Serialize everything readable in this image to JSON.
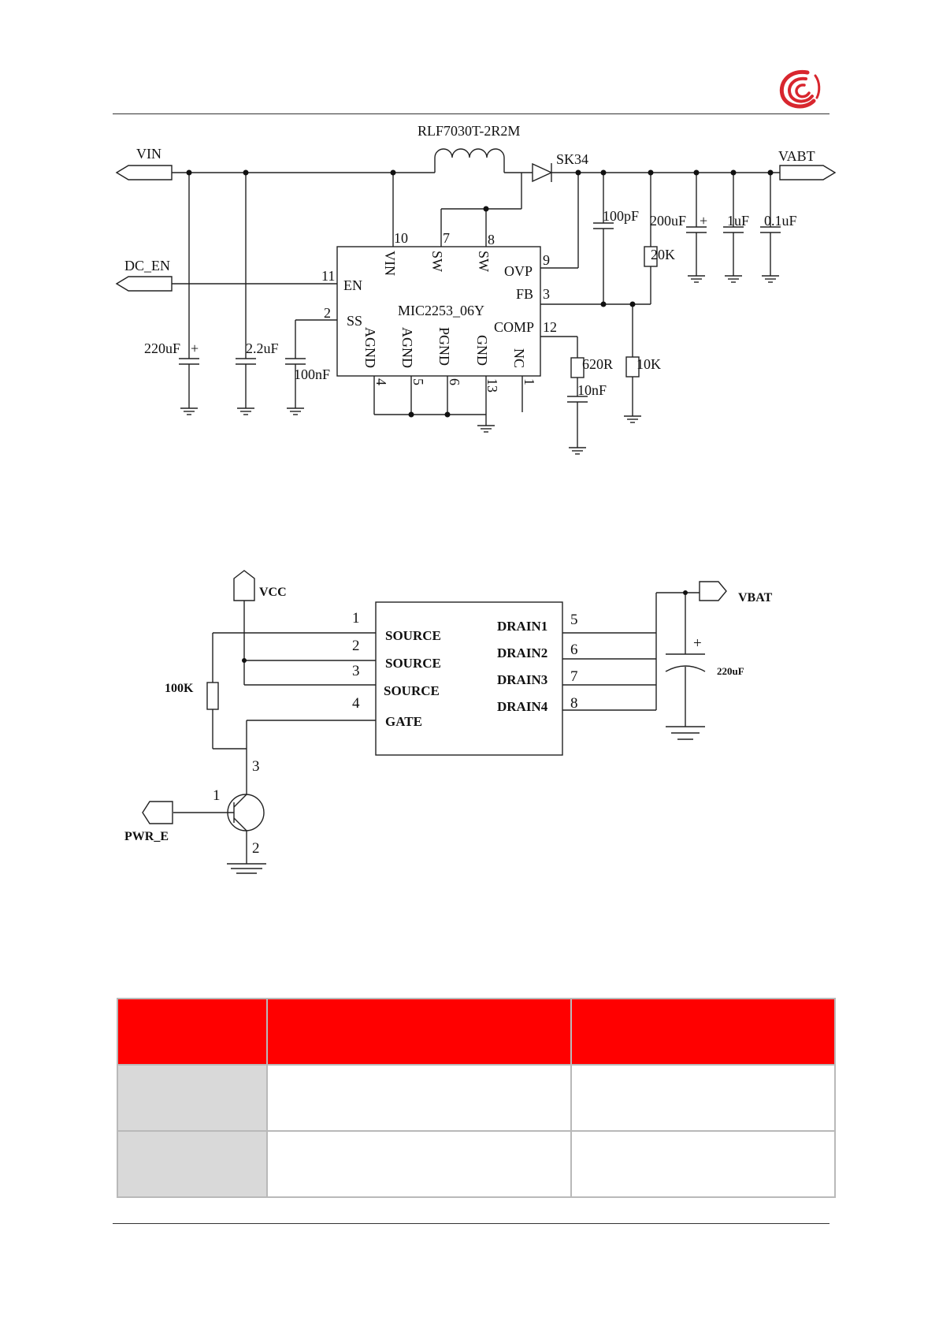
{
  "header": {
    "logo_icon": "red-spiral-logo-icon",
    "accent": "#d8262e"
  },
  "boost_circuit": {
    "ic_name": "MIC2253_06Y",
    "inductor": "RLF7030T-2R2M",
    "diode": "SK34",
    "ports": {
      "input": "VIN",
      "output": "VABT",
      "enable": "DC_EN"
    },
    "ic_pins_top": [
      {
        "num": "10",
        "name": "VIN"
      },
      {
        "num": "7",
        "name": "SW"
      },
      {
        "num": "8",
        "name": "SW"
      }
    ],
    "ic_pins_left": [
      {
        "num": "11",
        "name": "EN"
      },
      {
        "num": "2",
        "name": "SS"
      }
    ],
    "ic_pins_right": [
      {
        "num": "9",
        "name": "OVP"
      },
      {
        "num": "3",
        "name": "FB"
      },
      {
        "num": "12",
        "name": "COMP"
      }
    ],
    "ic_pins_bottom": [
      {
        "num": "4",
        "name": "AGND"
      },
      {
        "num": "5",
        "name": "AGND"
      },
      {
        "num": "6",
        "name": "PGND"
      },
      {
        "num": "13",
        "name": "GND"
      },
      {
        "num": "1",
        "name": "NC"
      }
    ],
    "input_caps": {
      "c_bulk": "220uF",
      "c_ceramic": "2.2uF",
      "c_ss": "100nF"
    },
    "output_caps": {
      "c_100p": "100pF",
      "c_bulk": "200uF",
      "c_1u": "1uF",
      "c_01u": "0.1uF"
    },
    "resistors": {
      "r_top": "20K",
      "r_bottom": "10K",
      "r_comp": "620R"
    },
    "comp_cap": "10nF",
    "plus": "+"
  },
  "switch_circuit": {
    "ports": {
      "vcc": "VCC",
      "vbat": "VBAT",
      "pwr": "PWR_E"
    },
    "pins_left": [
      {
        "num": "1",
        "name": "SOURCE"
      },
      {
        "num": "2",
        "name": "SOURCE"
      },
      {
        "num": "3",
        "name": "SOURCE"
      },
      {
        "num": "4",
        "name": "GATE"
      }
    ],
    "pins_right": [
      {
        "num": "5",
        "name": "DRAIN1"
      },
      {
        "num": "6",
        "name": "DRAIN2"
      },
      {
        "num": "7",
        "name": "DRAIN3"
      },
      {
        "num": "8",
        "name": "DRAIN4"
      }
    ],
    "resistor": "100K",
    "cap": "220uF",
    "plus": "+",
    "transistor_pins": {
      "base": "1",
      "collector": "3",
      "emitter": "2"
    }
  },
  "table": {
    "header_color": "#ff0000",
    "label_cell_color": "#d9d9d9"
  }
}
